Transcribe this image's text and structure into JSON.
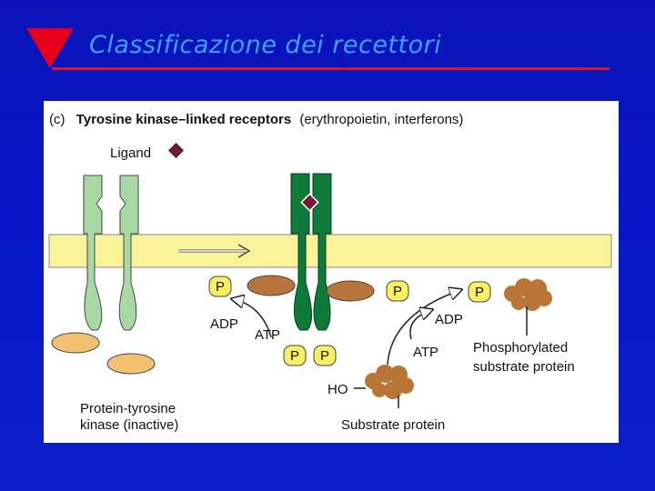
{
  "slide": {
    "title": "Classificazione dei recettori"
  },
  "figure": {
    "panel_letter": "(c)",
    "heading_bold": "Tyrosine kinase–linked receptors",
    "heading_rest": "(erythropoietin, interferons)",
    "labels": {
      "ligand": "Ligand",
      "phosphate": "P",
      "adp": "ADP",
      "atp": "ATP",
      "ho": "HO",
      "kinase_inactive_line1": "Protein-tyrosine",
      "kinase_inactive_line2": "kinase (inactive)",
      "substrate_protein": "Substrate protein",
      "phosphorylated_line1": "Phosphorylated",
      "phosphorylated_line2": "substrate protein"
    },
    "colors": {
      "membrane": "#fbf39a",
      "receptor_inactive": "#a8d8a4",
      "receptor_active": "#0e7a3a",
      "kinase_inactive": "#f2c070",
      "kinase_active": "#b8743a",
      "phosphate": "#f8f060",
      "ligand": "#7b1540",
      "substrate": "#b87536"
    }
  }
}
